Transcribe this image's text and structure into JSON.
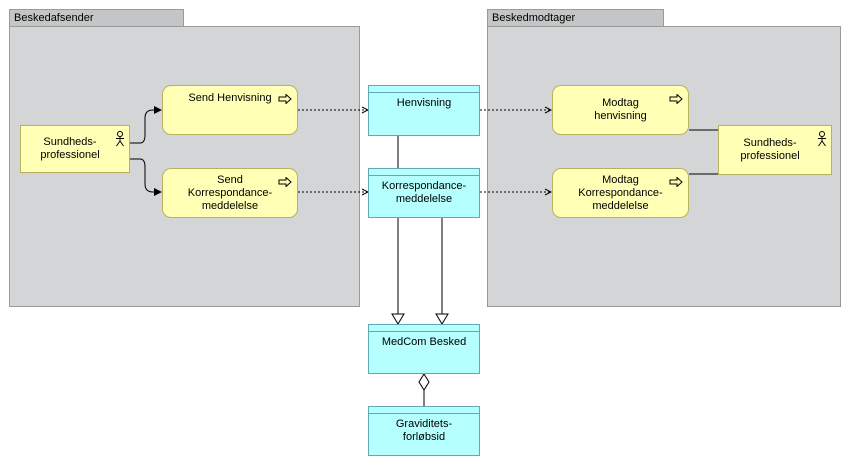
{
  "groups": {
    "sender": "Beskedafsender",
    "receiver": "Beskedmodtager"
  },
  "processes": {
    "send_henvisning": "Send Henvisning",
    "send_korrespondance": "Send\nKorrespondance-\nmeddelelse",
    "modtag_henvisning": "Modtag\nhenvisning",
    "modtag_korrespondance": "Modtag\nKorrespondance-\nmeddelelse"
  },
  "actors": {
    "sender_actor": "Sundheds-\nprofessionel",
    "receiver_actor": "Sundheds-\nprofessionel"
  },
  "objects": {
    "henvisning": "Henvisning",
    "korrespondance": "Korrespondance-\nmeddelelse",
    "medcom_besked": "MedCom Besked",
    "graviditet": "Graviditets-\nforløbsid"
  },
  "colors": {
    "group_fill": "#d3d5d6",
    "process_fill": "#ffffb5",
    "object_fill": "#b5ffff"
  },
  "icons": {
    "process": "process-arrow-icon",
    "actor": "actor-stick-figure-icon"
  }
}
